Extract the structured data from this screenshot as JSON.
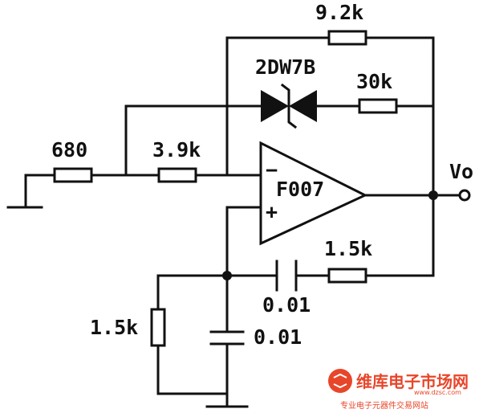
{
  "components": {
    "r_input": "680",
    "r_input2": "3.9k",
    "r_feedback": "9.2k",
    "zener": "2DW7B",
    "r_zener": "30k",
    "opamp": "F007",
    "opamp_minus": "−",
    "opamp_plus": "+",
    "r_pos_feedback": "1.5k",
    "c_series": "0.01",
    "r_ground": "1.5k",
    "c_ground": "0.01"
  },
  "output_label": "Vo",
  "watermark": {
    "name": "维库电子市场网",
    "url": "www.dzsc.com",
    "tagline": "专业电子元器件交易网站"
  },
  "colors": {
    "line": "#111111",
    "watermark": "#e8462a"
  }
}
